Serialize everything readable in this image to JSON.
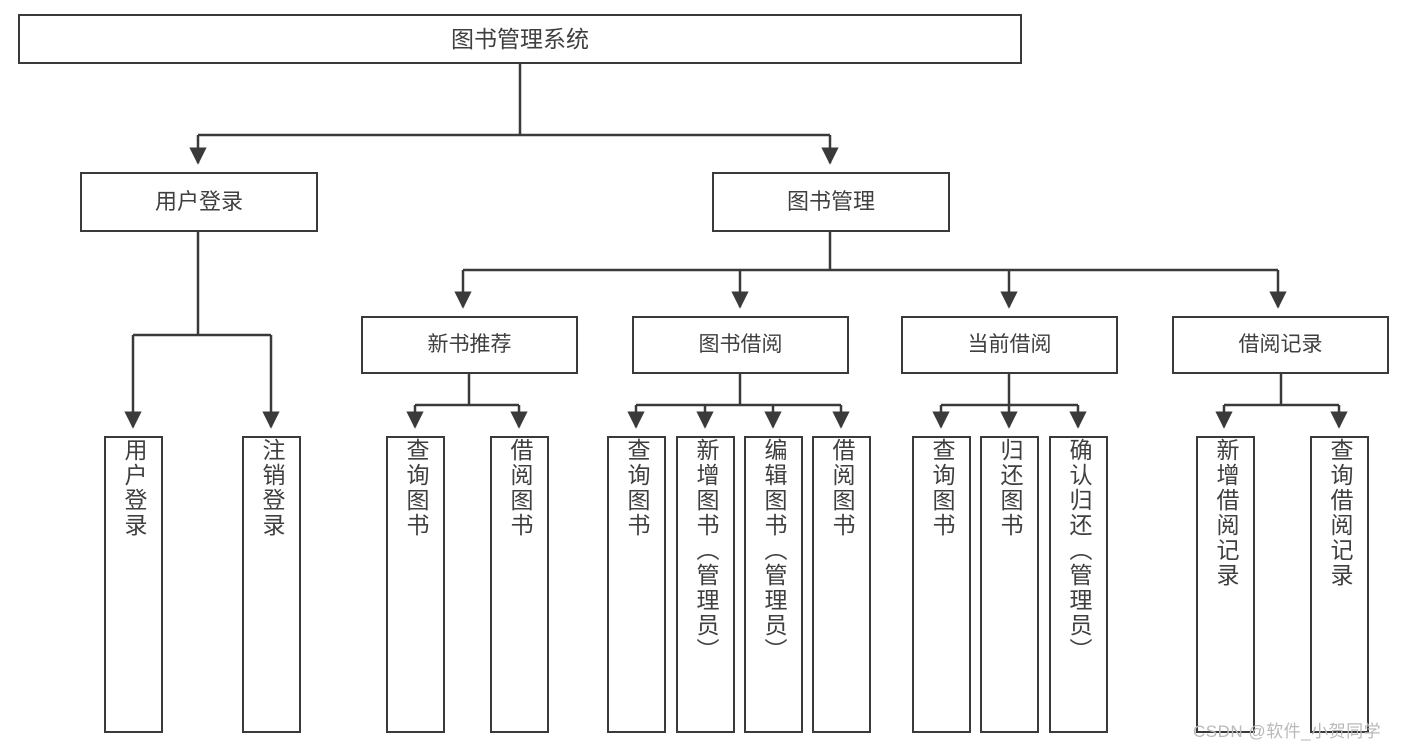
{
  "diagram": {
    "type": "tree",
    "title": "图书管理系统",
    "root": {
      "label": "图书管理系统"
    },
    "level2": [
      {
        "label": "用户登录"
      },
      {
        "label": "图书管理"
      }
    ],
    "level3": [
      {
        "label": "新书推荐"
      },
      {
        "label": "图书借阅"
      },
      {
        "label": "当前借阅"
      },
      {
        "label": "借阅记录"
      }
    ],
    "leaves": {
      "user_login": [
        {
          "label": "用户登录"
        },
        {
          "label": "注销登录"
        }
      ],
      "new_book_recommend": [
        {
          "label": "查询图书"
        },
        {
          "label": "借阅图书"
        }
      ],
      "book_borrow": [
        {
          "label": "查询图书"
        },
        {
          "label": "新增图书（管理员）"
        },
        {
          "label": "编辑图书（管理员）"
        },
        {
          "label": "借阅图书"
        }
      ],
      "current_borrow": [
        {
          "label": "查询图书"
        },
        {
          "label": "归还图书"
        },
        {
          "label": "确认归还（管理员）"
        }
      ],
      "borrow_records": [
        {
          "label": "新增借阅记录"
        },
        {
          "label": "查询借阅记录"
        }
      ]
    }
  },
  "watermark": {
    "text": "CSDN @软件_小贺同学"
  },
  "colors": {
    "stroke": "#3a3a3a",
    "text": "#3f3f3f",
    "background": "#ffffff",
    "watermark": "#b9b9b9"
  }
}
